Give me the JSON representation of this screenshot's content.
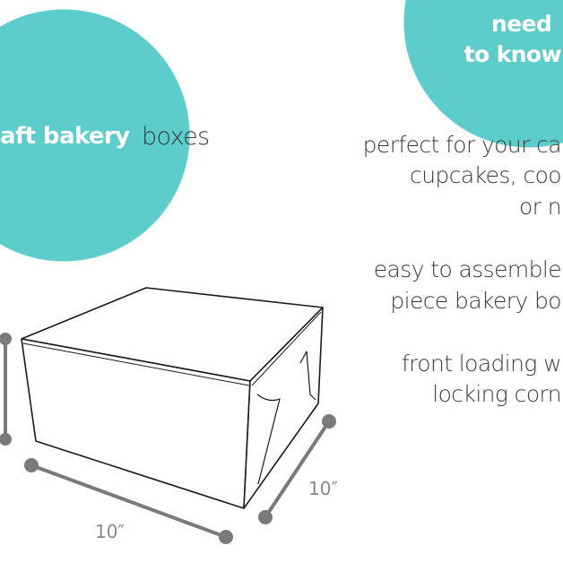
{
  "title": {
    "highlight": "aft bakery",
    "rest": "boxes"
  },
  "badge": {
    "line1": "need",
    "line2": "to know"
  },
  "features": [
    [
      "perfect for your ca",
      "cupcakes, coo",
      "or n"
    ],
    [
      "easy to assemble",
      "piece bakery bo"
    ],
    [
      "front loading w",
      "locking corn"
    ]
  ],
  "dimensions": {
    "width": "10″",
    "depth": "10″"
  },
  "colors": {
    "accent": "#5ccdca",
    "dimension_line": "#7a7a7a"
  }
}
